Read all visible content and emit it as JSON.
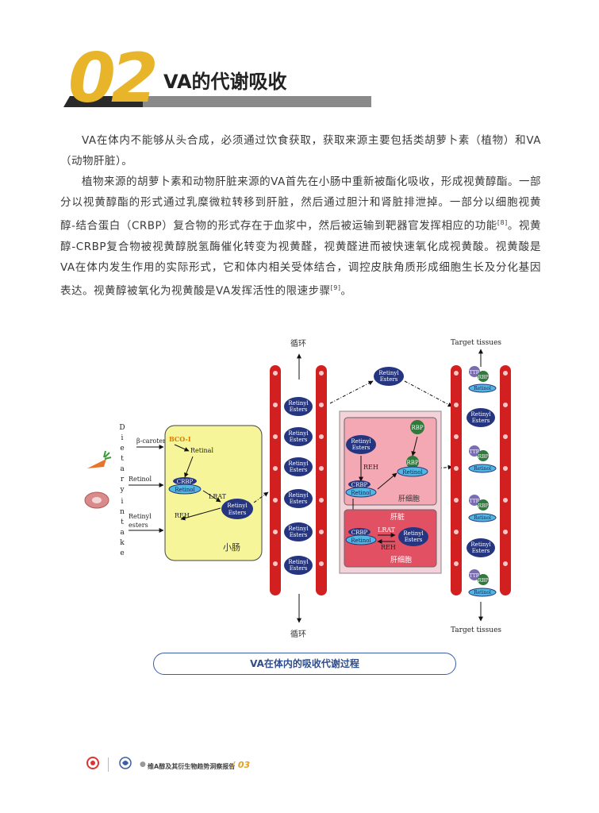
{
  "header": {
    "number": "02",
    "title": "VA的代谢吸收"
  },
  "paragraphs": {
    "p1": "VA在体内不能够从头合成，必须通过饮食获取，获取来源主要包括类胡萝卜素（植物）和VA（动物肝脏）。",
    "p2a": "植物来源的胡萝卜素和动物肝脏来源的VA首先在小肠中重新被酯化吸收，形成视黄醇酯。一部分以视黄醇酯的形式通过乳糜微粒转移到肝脏，然后通过胆汁和肾脏排泄掉。一部分以细胞视黄醇-结合蛋白（CRBP）复合物的形式存在于血浆中，然后被运输到靶器官发挥相应的功能",
    "ref8": "[8]",
    "p2b": "。视黄醇-CRBP复合物被视黄醇脱氢酶催化转变为视黄醛，视黄醛进而被快速氧化成视黄酸。视黄酸是VA在体内发生作用的实际形式，它和体内相关受体结合，调控皮肤角质形成细胞生长及分化基因表达。视黄醇被氧化为视黄酸是VA发挥活性的限速步骤",
    "ref9": "[9]",
    "p2c": "。"
  },
  "diagram": {
    "circulation_top": "循环",
    "circulation_bottom": "循环",
    "target_top": "Target tissues",
    "target_bottom": "Target tissues",
    "dietary_letters": [
      "D",
      "i",
      "e",
      "t",
      "a",
      "r",
      "y",
      "i",
      "n",
      "t",
      "a",
      "k",
      "e"
    ],
    "beta_carotene": "β-carotene",
    "retinol_in": "Retinol",
    "retinyl_in": "Retinyl",
    "esters_in": "esters",
    "bco1": "BCO-I",
    "retinal": "Retinal",
    "crbp": "CRBP",
    "retinol": "Retinol",
    "lrat": "LRAT",
    "reh": "REH",
    "retinyl": "Retinyl",
    "esters": "Esters",
    "small_intestine": "小肠",
    "hepatocyte": "肝细胞",
    "liver": "肝脏",
    "liver_cell": "肝细胞",
    "rbp": "RBP",
    "ttr": "TTR"
  },
  "caption": "VA在体内的吸收代谢过程",
  "footer": {
    "report_title": "维A醇及其衍生物趋势洞察报告",
    "page": "/ 03"
  },
  "colors": {
    "accent_gold": "#e8b42a",
    "caption_blue": "#3a5ea8",
    "vessel_red": "#d21f1f",
    "ellipse_navy": "#25357f"
  }
}
